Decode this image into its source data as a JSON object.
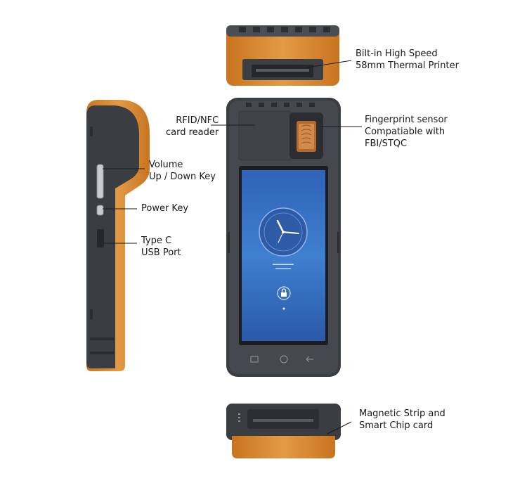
{
  "labels": {
    "printer": {
      "line1": "Bilt-in High Speed",
      "line2": "58mm Thermal Printer"
    },
    "rfid": {
      "line1": "RFID/NFC",
      "line2": "card reader"
    },
    "fingerprint": {
      "line1": "Fingerprint sensor",
      "line2": "Compatiable with",
      "line3": "FBI/STQC"
    },
    "volume": {
      "line1": "Volume",
      "line2": "Up / Down Key"
    },
    "power": {
      "line1": "Power Key"
    },
    "usb": {
      "line1": "Type C",
      "line2": "USB Port"
    },
    "magnetic": {
      "line1": "Magnetic Strip and",
      "line2": "Smart Chip card"
    }
  },
  "colors": {
    "accent_orange": "#d9842b",
    "body_dark": "#3a3d42",
    "screen_blue": "#2f63b8"
  },
  "icons": [
    "clock-icon",
    "lock-icon",
    "home-icon",
    "menu-icon",
    "back-icon"
  ]
}
